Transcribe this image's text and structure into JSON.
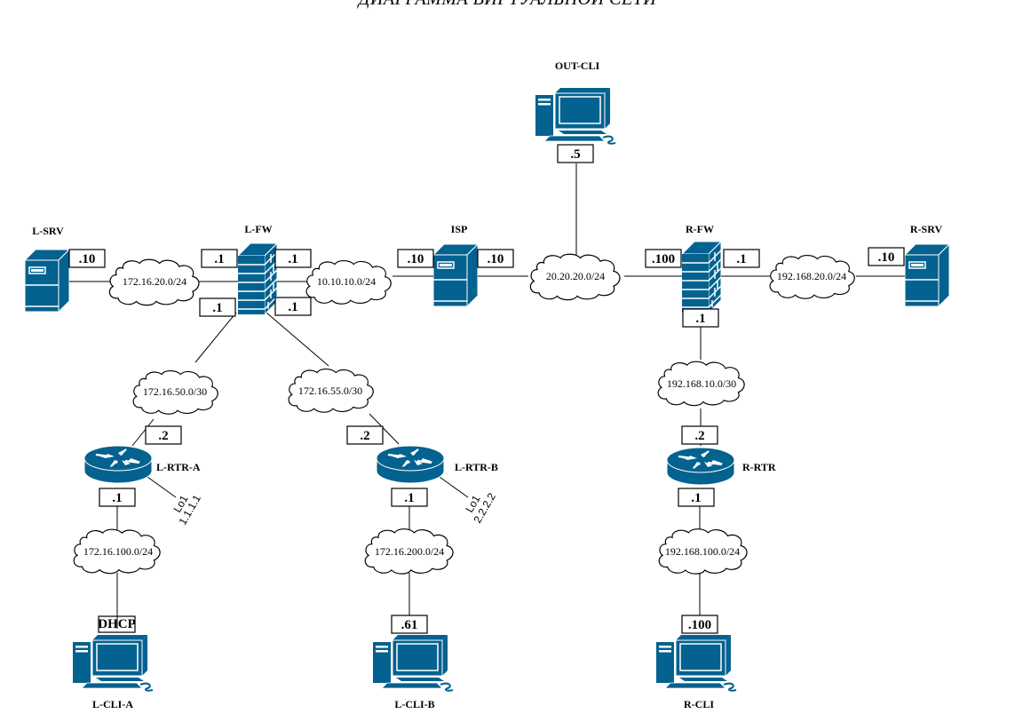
{
  "title": "ДИАГРАММА ВИРТУАЛЬНОЙ СЕТИ",
  "colors": {
    "device": "#03628F",
    "device_light": "#ffffff",
    "line": "#000000",
    "box_border": "#000000"
  },
  "nodes": {
    "l_srv": {
      "label": "L-SRV",
      "type": "server-icon"
    },
    "l_fw": {
      "label": "L-FW",
      "type": "firewall-icon"
    },
    "isp": {
      "label": "ISP",
      "type": "server-icon"
    },
    "out_cli": {
      "label": "OUT-CLI",
      "type": "workstation-icon"
    },
    "r_fw": {
      "label": "R-FW",
      "type": "firewall-icon"
    },
    "r_srv": {
      "label": "R-SRV",
      "type": "server-icon"
    },
    "l_rtr_a": {
      "label": "L-RTR-A",
      "type": "router-icon",
      "loopback_name": "Lo1",
      "loopback_ip": "1.1.1.1"
    },
    "l_rtr_b": {
      "label": "L-RTR-B",
      "type": "router-icon",
      "loopback_name": "Lo1",
      "loopback_ip": "2.2.2.2"
    },
    "r_rtr": {
      "label": "R-RTR",
      "type": "router-icon"
    },
    "l_cli_a": {
      "label": "L-CLI-A",
      "type": "workstation-icon"
    },
    "l_cli_b": {
      "label": "L-CLI-B",
      "type": "workstation-icon"
    },
    "r_cli": {
      "label": "R-CLI",
      "type": "workstation-icon"
    }
  },
  "networks": {
    "n_l_srv": "172.16.20.0/24",
    "n_l_isp": "10.10.10.0/24",
    "n_isp_r": "20.20.20.0/24",
    "n_r_srv": "192.168.20.0/24",
    "n_l_a": "172.16.50.0/30",
    "n_l_b": "172.16.55.0/30",
    "n_r_rtr": "192.168.10.0/30",
    "n_cli_a": "172.16.100.0/24",
    "n_cli_b": "172.16.200.0/24",
    "n_r_cli": "192.168.100.0/24"
  },
  "addresses": {
    "l_srv": ".10",
    "l_fw_srv": ".1",
    "l_fw_isp": ".1",
    "l_fw_a": ".1",
    "l_fw_b": ".1",
    "isp_left": ".10",
    "isp_right": ".10",
    "out_cli": ".5",
    "r_fw_isp": ".100",
    "r_fw_srv": ".1",
    "r_fw_rtr": ".1",
    "r_srv": ".10",
    "l_rtr_a_up": ".2",
    "l_rtr_a_down": ".1",
    "l_rtr_b_up": ".2",
    "l_rtr_b_down": ".1",
    "r_rtr_up": ".2",
    "r_rtr_down": ".1",
    "l_cli_a": "DHCP",
    "l_cli_b": ".61",
    "r_cli": ".100"
  }
}
